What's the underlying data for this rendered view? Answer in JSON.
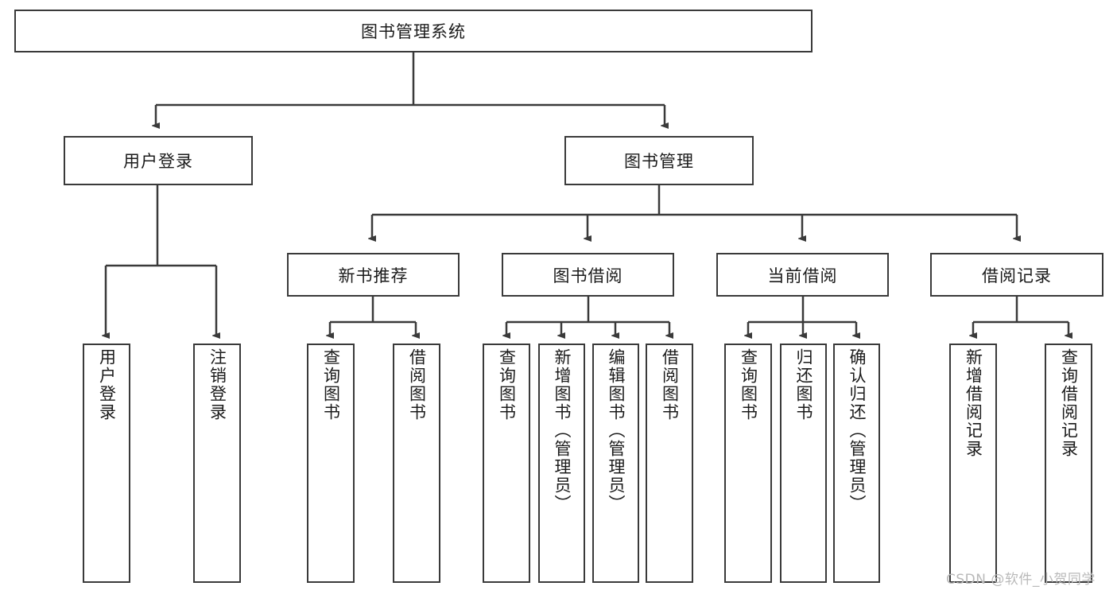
{
  "diagram": {
    "title_node": {
      "label": "图书管理系统"
    },
    "level2": [
      {
        "id": "user-login",
        "label": "用户登录"
      },
      {
        "id": "book-management",
        "label": "图书管理"
      }
    ],
    "level3": [
      {
        "id": "new-book-recommend",
        "label": "新书推荐"
      },
      {
        "id": "book-borrow",
        "label": "图书借阅"
      },
      {
        "id": "current-borrow",
        "label": "当前借阅"
      },
      {
        "id": "borrow-record",
        "label": "借阅记录"
      }
    ],
    "leaves": {
      "user_login": [
        {
          "id": "leaf-user-login",
          "label": "用户登录"
        },
        {
          "id": "leaf-logout-login",
          "label": "注销登录"
        }
      ],
      "new_book_recommend": [
        {
          "id": "leaf-query-book-1",
          "label": "查询图书"
        },
        {
          "id": "leaf-borrow-book-1",
          "label": "借阅图书"
        }
      ],
      "book_borrow": [
        {
          "id": "leaf-query-book-2",
          "label": "查询图书"
        },
        {
          "id": "leaf-add-book",
          "label": "新增图书（管理员）"
        },
        {
          "id": "leaf-edit-book",
          "label": "编辑图书（管理员）"
        },
        {
          "id": "leaf-borrow-book-2",
          "label": "借阅图书"
        }
      ],
      "current_borrow": [
        {
          "id": "leaf-query-book-3",
          "label": "查询图书"
        },
        {
          "id": "leaf-return-book",
          "label": "归还图书"
        },
        {
          "id": "leaf-confirm-return",
          "label": "确认归还（管理员）"
        }
      ],
      "borrow_record": [
        {
          "id": "leaf-add-record",
          "label": "新增借阅记录"
        },
        {
          "id": "leaf-query-record",
          "label": "查询借阅记录"
        }
      ]
    },
    "watermark": "CSDN @软件_小贺同学",
    "colors": {
      "stroke": "#3a3a3a",
      "fill": "#ffffff",
      "text": "#1b1b1b",
      "watermark": "#b9b9b9"
    }
  }
}
